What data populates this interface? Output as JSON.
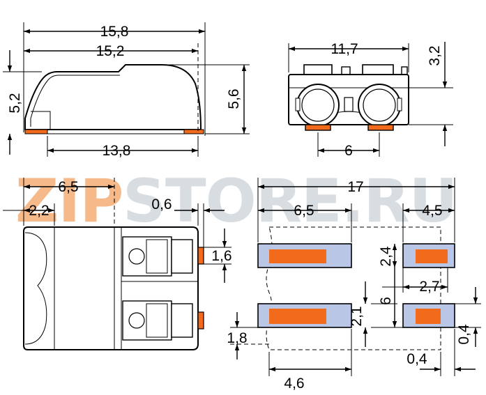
{
  "watermark": {
    "part1": "ZIP",
    "part2": "STORE.RU",
    "color1": "#f6b98a",
    "color2": "#d8dde2"
  },
  "colors": {
    "contact": "#f26a1b",
    "pad": "#b9c6e6",
    "line": "#000000"
  },
  "side_view": {
    "dim_overall_length": "15,8",
    "dim_body_length": "15,2",
    "dim_height_left": "5,2",
    "dim_height_right": "5,6",
    "dim_base_length": "13,8"
  },
  "front_view": {
    "dim_width": "11,7",
    "dim_top_offset": "3,2",
    "dim_pitch": "6"
  },
  "top_view": {
    "dim_left_a": "6,5",
    "dim_left_b": "2,2",
    "dim_right_gap": "0,6",
    "dim_pin": "1,6"
  },
  "footprint": {
    "dim_total": "17",
    "dim_left_pad": "6,5",
    "dim_right_pad": "4,5",
    "dim_pad_height": "2,4",
    "dim_pad_spacing": "2,7",
    "dim_pitch": "6",
    "dim_pad_h2": "2,1",
    "dim_offset": "1,8",
    "dim_small_1": "0,4",
    "dim_bottom_width": "4,6",
    "dim_small_2": "0,4"
  }
}
